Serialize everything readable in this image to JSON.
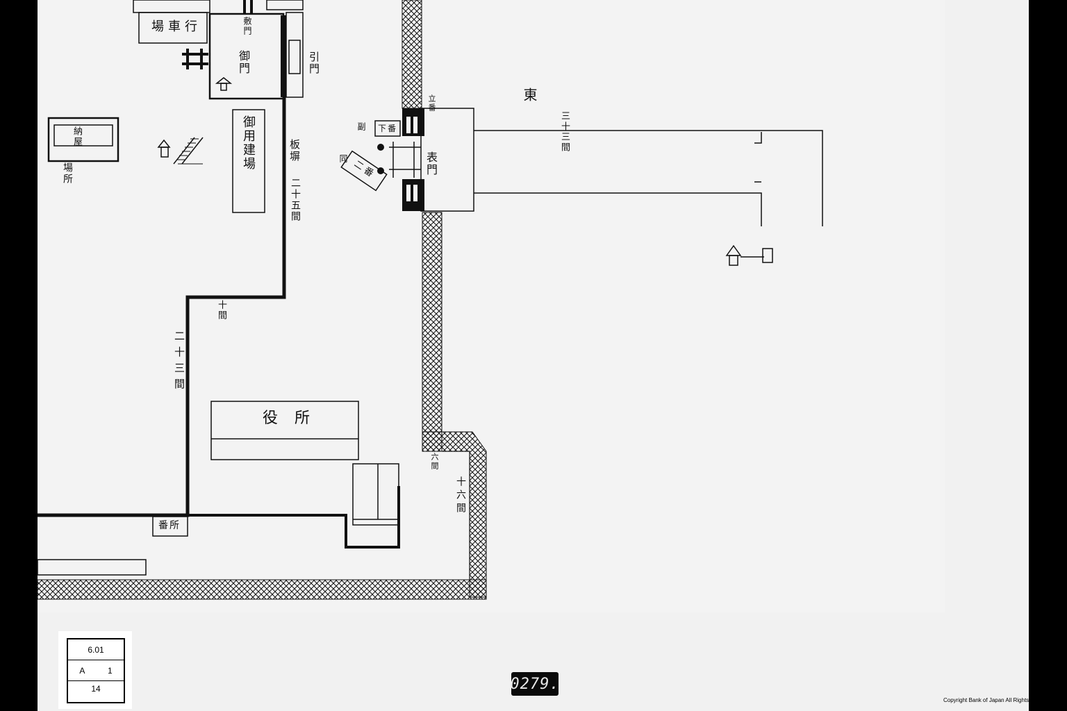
{
  "map": {
    "labels": {
      "gyoshajo": "場車行",
      "omon": "御門",
      "hikemon": "引門",
      "shikimon": "敷門",
      "ita_bei": "板塀",
      "ni_ju_go_ken": "二十五間",
      "goyo_tateba": "御用建場",
      "kura_label": "納屋",
      "kura_place": "場所",
      "higashi": "東",
      "san_ju_san_ken_east": "三十三間",
      "omote_mon": "表門",
      "gehan": "下番",
      "fuku_label": "副",
      "tou_label": "同",
      "ni_ban": "二番",
      "jikken": "十間",
      "ni_ju_san_ken": "二十三間",
      "yakusho": "役所",
      "bansho": "番所",
      "rokken": "六間",
      "ju_rokken": "十六間",
      "tachiban": "立番"
    }
  },
  "index_card": {
    "row1": "6.01",
    "row2_left": "A",
    "row2_right": "1",
    "row3": "14"
  },
  "frame_number": "0279.",
  "copyright": "Copyright Bank of Japan All Rights Reserved."
}
